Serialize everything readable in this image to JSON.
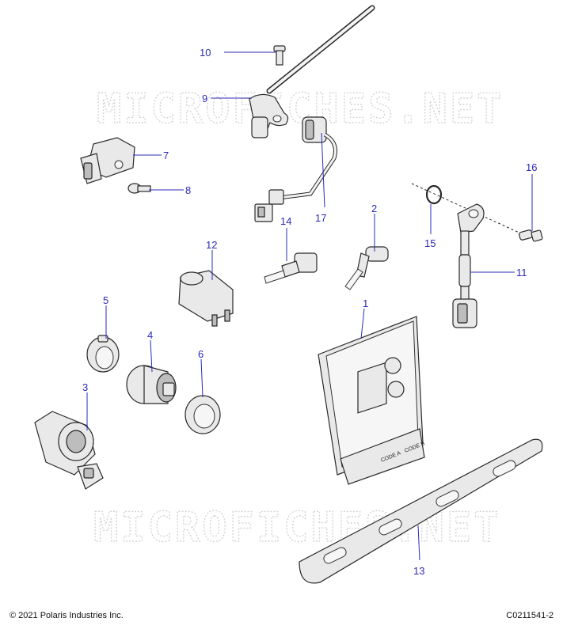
{
  "watermark": "MICROFICHES.NET",
  "callouts": [
    {
      "id": "1",
      "label": "1"
    },
    {
      "id": "2",
      "label": "2"
    },
    {
      "id": "3",
      "label": "3"
    },
    {
      "id": "4",
      "label": "4"
    },
    {
      "id": "5",
      "label": "5"
    },
    {
      "id": "6",
      "label": "6"
    },
    {
      "id": "7",
      "label": "7"
    },
    {
      "id": "8",
      "label": "8"
    },
    {
      "id": "9",
      "label": "9"
    },
    {
      "id": "10",
      "label": "10"
    },
    {
      "id": "11",
      "label": "11"
    },
    {
      "id": "12",
      "label": "12"
    },
    {
      "id": "13",
      "label": "13"
    },
    {
      "id": "14",
      "label": "14"
    },
    {
      "id": "15",
      "label": "15"
    },
    {
      "id": "16",
      "label": "16"
    },
    {
      "id": "17",
      "label": "17"
    }
  ],
  "ecu_labels": {
    "code_a": "CODE A",
    "code_b": "CODE B"
  },
  "footer": {
    "copyright": "© 2021 Polaris Industries Inc.",
    "diagram_code": "C0211541-2"
  },
  "colors": {
    "callout": "#2b2bb8",
    "outline": "#2a2a2a",
    "watermark": "#d4d4d4"
  }
}
